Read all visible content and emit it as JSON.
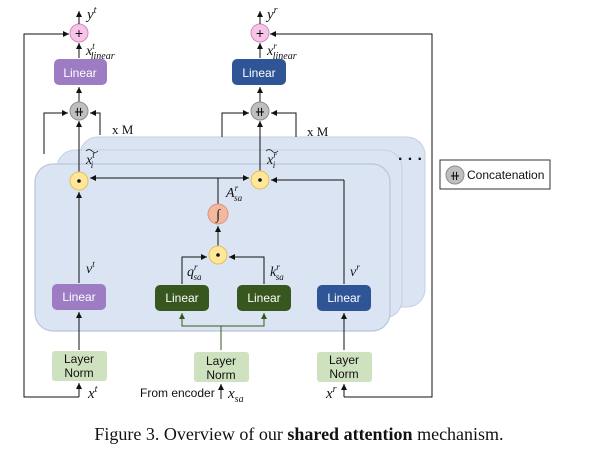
{
  "colors": {
    "panel": "#dbe4f2",
    "panel_stroke": "#c3cfe3",
    "linear_purple": "#9d7cc4",
    "linear_blue": "#2f5597",
    "linear_green": "#38571f",
    "layer_norm": "#cfe2bf",
    "dot_node": "#ffe699",
    "softmax_node": "#f4b8a0",
    "concat_node": "#bfbfbf",
    "sum_node": "#f8c3e8"
  },
  "blocks": {
    "linear_label": "Linear",
    "layer_norm_line1": "Layer",
    "layer_norm_line2": "Norm"
  },
  "labels": {
    "y_t_base": "y",
    "y_t_sup": "t",
    "y_r_base": "y",
    "y_r_sup": "r",
    "x_linear_t_base": "x",
    "x_linear_t_sup": "t",
    "x_linear_t_sub": "linear",
    "x_linear_r_base": "x",
    "x_linear_r_sup": "r",
    "x_linear_r_sub": "linear",
    "repeat_left": "x M",
    "repeat_right": "x M",
    "xi_t_base": "x",
    "xi_t_sup": "t",
    "xi_t_sub": "i",
    "xi_r_base": "x",
    "xi_r_sup": "r",
    "xi_r_sub": "i",
    "a_base": "A",
    "a_sup": "r",
    "a_sub": "sa",
    "softmax_symbol": "∫",
    "v_t_base": "v",
    "v_t_sup": "t",
    "q_base": "q",
    "q_sup": "r",
    "q_sub": "sa",
    "k_base": "k",
    "k_sup": "r",
    "k_sub": "sa",
    "v_r_base": "v",
    "v_r_sup": "r",
    "x_t_base": "x",
    "x_t_sup": "t",
    "x_r_base": "x",
    "x_r_sup": "r",
    "from_encoder": "From encoder",
    "x_sa_base": "x",
    "x_sa_sub": "sa",
    "ellipsis": "· · ·"
  },
  "legend": {
    "concatenation": "Concatenation"
  },
  "caption": {
    "prefix": "Figure 3. Overview of our ",
    "bold": "shared attention",
    "suffix": " mechanism."
  }
}
